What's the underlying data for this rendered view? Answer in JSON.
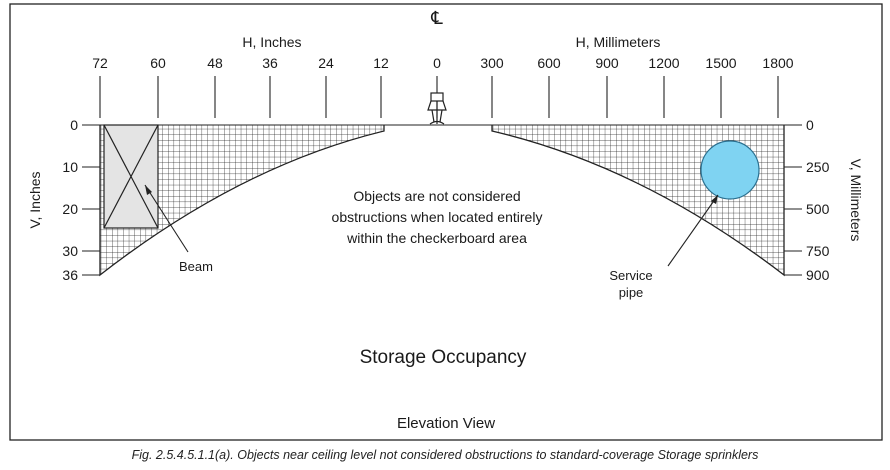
{
  "figure": {
    "centerline_symbol": "℄",
    "top_axis_left": {
      "title": "H, Inches",
      "ticks": [
        "72",
        "60",
        "48",
        "36",
        "24",
        "12",
        "0"
      ]
    },
    "top_axis_right": {
      "title": "H, Millimeters",
      "ticks": [
        "300",
        "600",
        "900",
        "1200",
        "1500",
        "1800"
      ]
    },
    "left_axis": {
      "title": "V, Inches",
      "ticks": [
        "0",
        "10",
        "20",
        "30",
        "36"
      ]
    },
    "right_axis": {
      "title": "V, Millimeters",
      "ticks": [
        "0",
        "250",
        "500",
        "750",
        "900"
      ]
    },
    "beam_label": "Beam",
    "service_pipe_label": [
      "Service",
      "pipe"
    ],
    "center_note": [
      "Objects are not considered",
      "obstructions when located entirely",
      "within the checkerboard area"
    ],
    "occupancy_title": "Storage Occupancy",
    "view_label": "Elevation View",
    "caption": "Fig. 2.5.4.5.1.1(a). Objects near ceiling level not considered obstructions to standard-coverage Storage sprinklers",
    "colors": {
      "hatch": "#222222",
      "beam_fill": "#e4e4e4",
      "pipe_fill": "#7fd3f2",
      "pipe_stroke": "#2a6f8f"
    }
  }
}
